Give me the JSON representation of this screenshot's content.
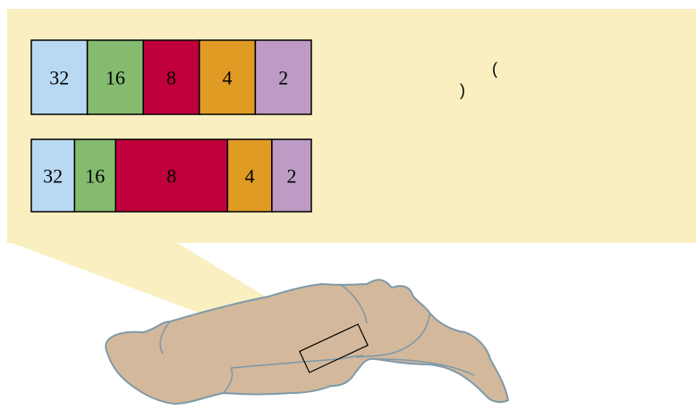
{
  "panel": {
    "background_color": "#f9efc0",
    "paren_open": "(",
    "paren_close": ")"
  },
  "bar_rows": [
    {
      "name": "equal-width-row",
      "segments": [
        {
          "label": "32",
          "relative_width": 1.0,
          "color": "#b9d9f2",
          "text_color": "#000000"
        },
        {
          "label": "16",
          "relative_width": 1.0,
          "color": "#84bb6f",
          "text_color": "#000000"
        },
        {
          "label": "8",
          "relative_width": 1.0,
          "color": "#c0003a",
          "text_color": "#000000"
        },
        {
          "label": "4",
          "relative_width": 1.0,
          "color": "#e09b25",
          "text_color": "#000000"
        },
        {
          "label": "2",
          "relative_width": 1.0,
          "color": "#bd9bc4",
          "text_color": "#000000"
        }
      ]
    },
    {
      "name": "unequal-width-row",
      "segments": [
        {
          "label": "32",
          "relative_width": 0.8,
          "color": "#b9d9f2",
          "text_color": "#000000"
        },
        {
          "label": "16",
          "relative_width": 0.76,
          "color": "#84bb6f",
          "text_color": "#000000"
        },
        {
          "label": "8",
          "relative_width": 2.07,
          "color": "#c0003a",
          "text_color": "#000000"
        },
        {
          "label": "4",
          "relative_width": 0.82,
          "color": "#e09b25",
          "text_color": "#000000"
        },
        {
          "label": "2",
          "relative_width": 0.73,
          "color": "#bd9bc4",
          "text_color": "#000000"
        }
      ]
    }
  ],
  "brain": {
    "fill_color": "#d4b89b",
    "outline_color": "#7d9aaa"
  },
  "callout": {
    "color": "#f9efc0"
  }
}
